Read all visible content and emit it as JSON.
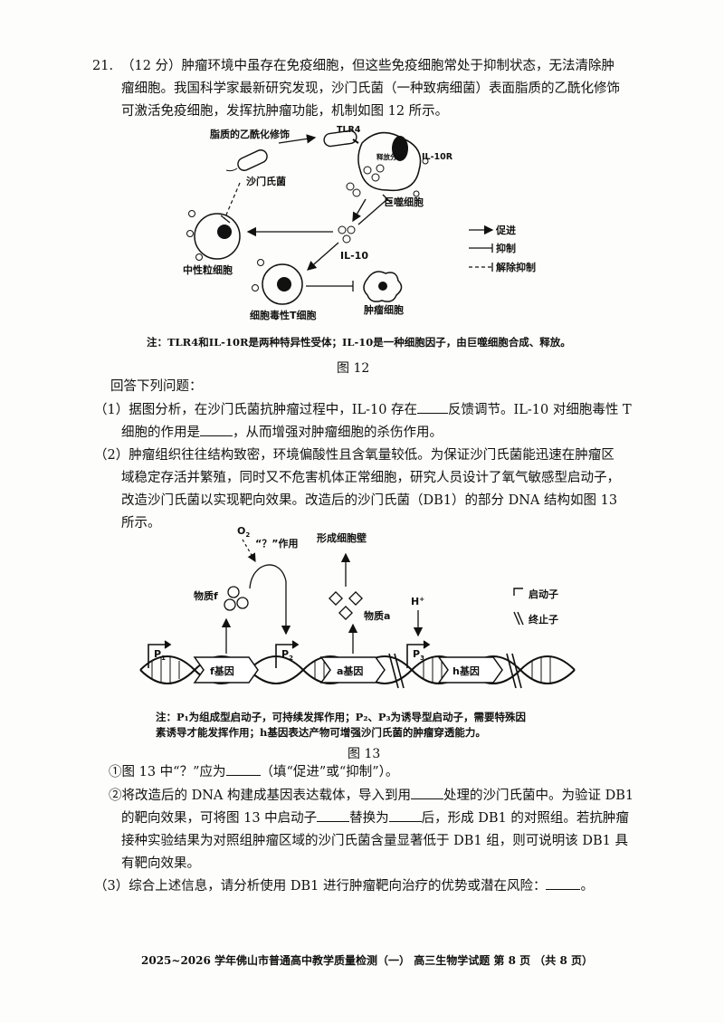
{
  "question": {
    "number": "21.",
    "intro": [
      "（12 分）肿瘤环境中虽存在免疫细胞，但这些免疫细胞常处于抑制状态，无法清除肿",
      "瘤细胞。我国科学家最新研究发现，沙门氏菌（一种致病细菌）表面脂质的乙酰化修饰",
      "可激活免疫细胞，发挥抗肿瘤功能，机制如图 12 所示。"
    ]
  },
  "fig12": {
    "labels": {
      "acetyl": "脂质的乙酰化修饰",
      "salmonella": "沙门氏菌",
      "tlr4": "TLR4",
      "il10r": "IL-10R",
      "secrete": "释放分泌",
      "macrophage": "巨噬细胞",
      "neutrophil": "中性粒细胞",
      "il10": "IL-10",
      "ctl": "细胞毒性T细胞",
      "tumor": "肿瘤细胞"
    },
    "legend": [
      "促进",
      "抑制",
      "解除抑制"
    ],
    "note": "注：TLR4和IL-10R是两种特异性受体；IL-10是一种细胞因子，由巨噬细胞合成、释放。",
    "caption": "图 12"
  },
  "answer_prompt": "回答下列问题：",
  "q1": [
    [
      "（1）据图分析，在沙门氏菌抗肿瘤过程中，IL-10 存在",
      "反馈调节。IL-10 对细胞毒性 T"
    ],
    [
      "细胞的作用是",
      "，从而增强对肿瘤细胞的杀伤作用。"
    ]
  ],
  "q2": [
    "（2）肿瘤组织往往结构致密，环境偏酸性且含氧量较低。为保证沙门氏菌能迅速在肿瘤区",
    "域稳定存活并繁殖，同时又不危害机体正常细胞，研究人员设计了氧气敏感型启动子，",
    "改造沙门氏菌以实现靶向效果。改造后的沙门氏菌（DB1）的部分 DNA 结构如图 13",
    "所示。"
  ],
  "fig13": {
    "labels": {
      "o2": "O",
      "o2_sub": "2",
      "effect": "“？”作用",
      "wall": "形成细胞壁",
      "substance_f": "物质f",
      "substance_a": "物质a",
      "h_plus": "H",
      "h_plus_sup": "+",
      "promoter_legend": "启动子",
      "terminator_legend": "终止子",
      "p1": "P",
      "p1_sub": "1",
      "p2": "P",
      "p2_sub": "2",
      "p3": "P",
      "p3_sub": "3",
      "f_gene": "f基因",
      "a_gene": "a基因",
      "h_gene": "h基因"
    },
    "note": [
      "注：P₁为组成型启动子，可持续发挥作用；P₂、P₃为诱导型启动子，需要特殊因",
      "素诱导才能发挥作用；h基因表达产物可增强沙门氏菌的肿瘤穿透能力。"
    ],
    "caption": "图 13"
  },
  "q2_sub": {
    "s1": [
      "①图 13 中“？”应为",
      "（填“促进”或“抑制”）。"
    ],
    "s2_line1": [
      "②将改造后的 DNA 构建成基因表达载体，导入到用",
      "处理的沙门氏菌中。为验证 DB1"
    ],
    "s2_line2": [
      "的靶向效果，可将图 13 中启动子",
      "替换为",
      "后，形成 DB1 的对照组。若抗肿瘤"
    ],
    "s2_line3": "接种实验结果为对照组肿瘤区域的沙门氏菌含量显著低于 DB1 组，则可说明该 DB1 具",
    "s2_line4": "有靶向效果。"
  },
  "q3": [
    "（3）综合上述信息，请分析使用 DB1 进行肿瘤靶向治疗的优势或潜在风险：",
    "。"
  ],
  "footer": "2025~2026 学年佛山市普通高中教学质量检测（一） 高三生物学试题 第 8 页 （共 8 页）"
}
